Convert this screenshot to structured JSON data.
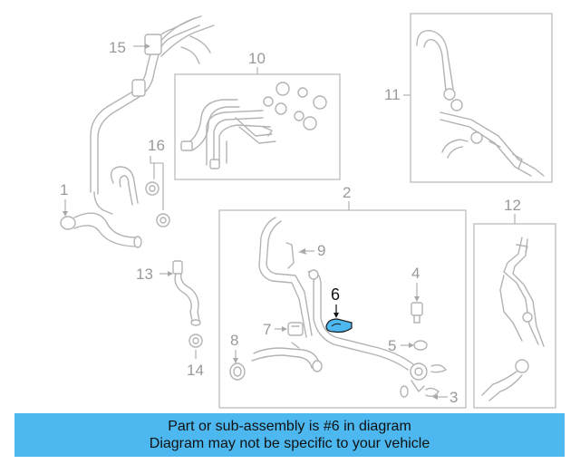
{
  "labels": {
    "p1": "1",
    "p2": "2",
    "p3": "3",
    "p4": "4",
    "p5": "5",
    "p6": "6",
    "p7": "7",
    "p8": "8",
    "p9": "9",
    "p10": "10",
    "p11": "11",
    "p12": "12",
    "p13": "13",
    "p14": "14",
    "p15": "15",
    "p16": "16"
  },
  "highlight_part": "6",
  "colors": {
    "highlight": "#4db8f0",
    "caption_bg": "#4db8f0",
    "line_art": "#b3b3b3"
  },
  "caption": {
    "line1": "Part or sub-assembly is #6 in diagram",
    "line2": "Diagram may not be specific to your vehicle"
  }
}
